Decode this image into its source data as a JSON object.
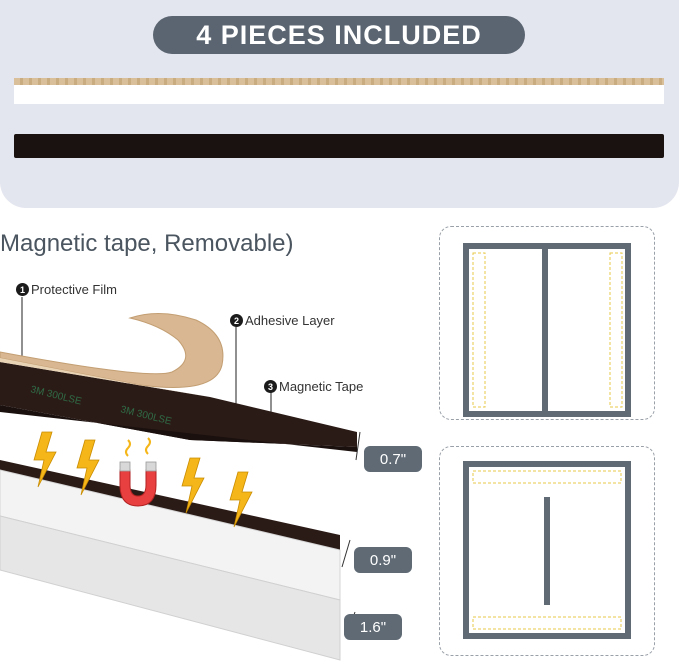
{
  "banner": {
    "title": "4 PIECES INCLUDED"
  },
  "diagram": {
    "heading": "Magnetic tape, Removable)",
    "layers": [
      {
        "number": "1",
        "label": "Protective Film"
      },
      {
        "number": "2",
        "label": "Adhesive Layer"
      },
      {
        "number": "3",
        "label": "Magnetic Tape"
      }
    ],
    "film_print": "3M 300LSE",
    "sizes": [
      "0.7\"",
      "0.9\"",
      "1.6\""
    ]
  },
  "colors": {
    "panel": "#e4e6ef",
    "pill": "#5a6571",
    "magnet": "#2a1c18",
    "window_frame": "#5f6a75",
    "dashed_outline": "#e8c94a",
    "lightning": "#f4b619"
  },
  "icons": [
    "magnet-icon",
    "lightning-icon"
  ]
}
